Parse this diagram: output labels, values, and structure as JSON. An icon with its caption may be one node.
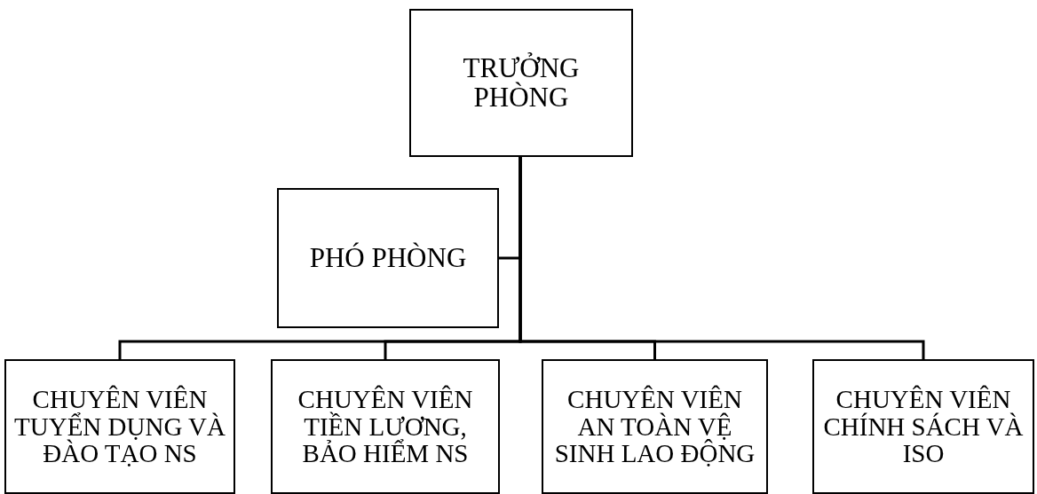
{
  "diagram": {
    "nodes": [
      {
        "text": [
          "TRƯỞNG PHÒNG"
        ]
      },
      {
        "text": [
          "PHÓ PHÒNG"
        ]
      },
      {
        "text": [
          "CHUYÊN VIÊN TUYỂN DỤNG VÀ ĐÀO TẠO NS"
        ]
      },
      {
        "text": [
          "CHUYÊN VIÊN TIỀN LƯƠNG, BẢO HIỂM NS"
        ]
      },
      {
        "text": [
          "CHUYÊN VIÊN AN TOÀN VỆ SINH LAO ĐỘNG"
        ]
      },
      {
        "text": [
          "CHUYÊN VIÊN CHÍNH SÁCH VÀ ISO"
        ]
      }
    ],
    "edges": [
      {
        "from": 0,
        "to": 1,
        "arrow": "none"
      },
      {
        "from": 0,
        "to": 2,
        "arrow": "none"
      },
      {
        "from": 0,
        "to": 3,
        "arrow": "none"
      },
      {
        "from": 0,
        "to": 4,
        "arrow": "none"
      },
      {
        "from": 0,
        "to": 5,
        "arrow": "none"
      }
    ]
  }
}
